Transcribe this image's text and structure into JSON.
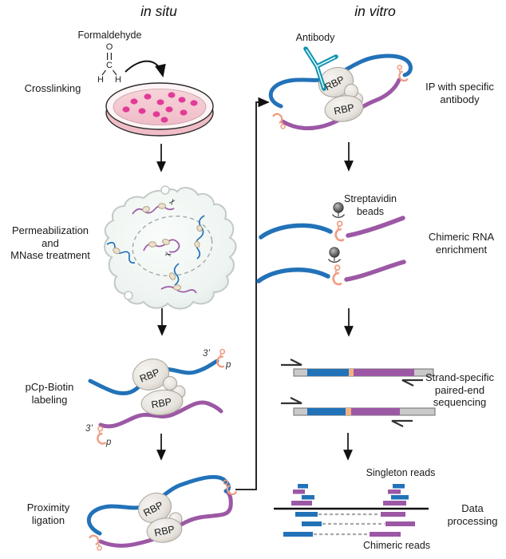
{
  "titles": {
    "in_situ": "in situ",
    "in_vitro": "in vitro"
  },
  "in_situ": {
    "crosslinking": {
      "label": "Crosslinking",
      "reagent": "Formaldehyde",
      "molecule": {
        "o": "O",
        "c": "C",
        "h_left": "H",
        "h_right": "H"
      }
    },
    "permeabilization": {
      "line1": "Permeabilization",
      "line2": "and",
      "line3": "MNase treatment"
    },
    "pcp_labeling": {
      "line1": "pCp-Biotin",
      "line2": "labeling"
    },
    "proximity_ligation": {
      "line1": "Proximity",
      "line2": "ligation"
    }
  },
  "in_vitro": {
    "ip": {
      "antibody_label": "Antibody",
      "line1": "IP with specific",
      "line2": "antibody"
    },
    "enrichment": {
      "beads_line1": "Streptavidin",
      "beads_line2": "beads",
      "line1": "Chimeric RNA",
      "line2": "enrichment"
    },
    "sequencing": {
      "line1": "Strand-specific",
      "line2": "paired-end",
      "line3": "sequencing"
    },
    "processing": {
      "singleton_label": "Singleton reads",
      "line1": "Data",
      "line2": "processing",
      "chimeric_label": "Chimeric reads"
    }
  },
  "labels": {
    "rbp": "RBP",
    "three_prime": "3’",
    "p": "p"
  },
  "icons": {
    "scissors": "✂",
    "antibody": "Y-shape",
    "bead": "filled-circle",
    "biotin": "pCp-glyph"
  },
  "colors": {
    "rna_blue": "#2272b8",
    "rna_purple": "#9c58a5",
    "biotin_orange": "#f09d82",
    "antibody_teal": "#0d93ad",
    "cell_dot_magenta": "#e23a98",
    "adapter_gray": "#c9c9c9"
  }
}
